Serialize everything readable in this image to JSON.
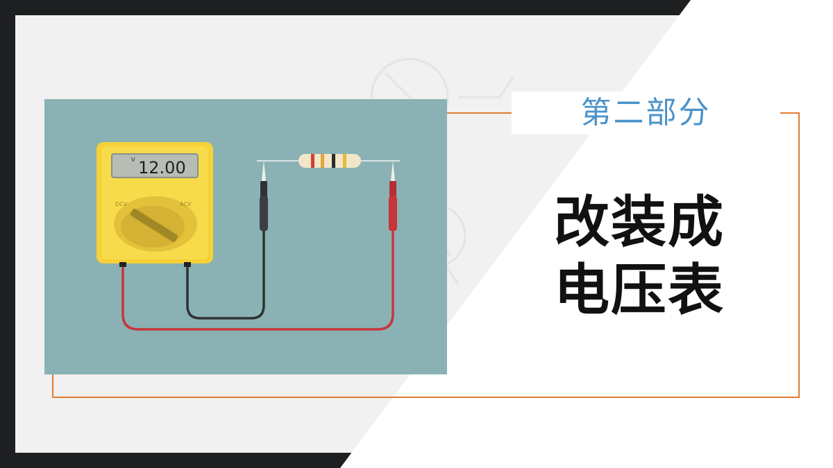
{
  "slide": {
    "section_label": "第二部分",
    "title_line1": "改装成",
    "title_line2": "电压表"
  },
  "illustration": {
    "display_value": "12.00",
    "display_unit": "V",
    "left_dial_label": "DCV",
    "right_dial_label": "ACV"
  },
  "colors": {
    "accent_orange": "#e17a2e",
    "section_blue": "#4b93c9",
    "panel_teal": "#8ab1b4",
    "meter_yellow": "#f6d137"
  }
}
